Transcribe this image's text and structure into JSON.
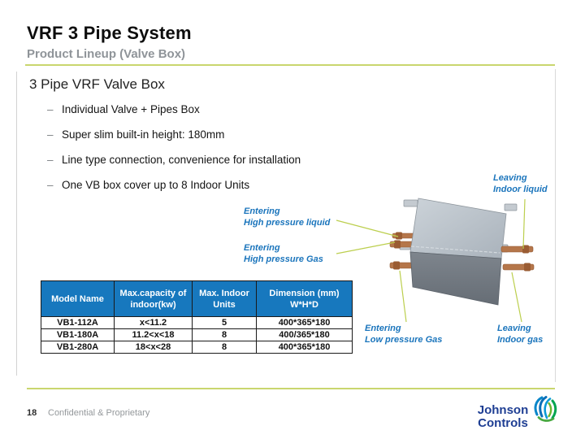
{
  "slide": {
    "title": "VRF 3 Pipe System",
    "subtitle": "Product Lineup (Valve Box)",
    "heading": "3 Pipe VRF Valve Box",
    "bullet_marker": "–",
    "bullets": [
      "Individual Valve + Pipes Box",
      "Super slim built-in height: 180mm",
      "Line type connection, convenience for installation",
      "One VB box cover up to 8 Indoor Units"
    ]
  },
  "diagram": {
    "illustration": "valve-box-3d",
    "labels": {
      "entering_hp_liquid": "Entering\nHigh pressure liquid",
      "entering_hp_gas": "Entering\nHigh pressure Gas",
      "leaving_indoor_liquid": "Leaving\nIndoor liquid",
      "entering_lp_gas": "Entering\nLow pressure Gas",
      "leaving_indoor_gas": "Leaving\nIndoor gas"
    }
  },
  "table": {
    "headers": [
      "Model Name",
      "Max.capacity of\nindoor(kw)",
      "Max. Indoor\nUnits",
      "Dimension (mm)\nW*H*D"
    ],
    "rows": [
      [
        "VB1-112A",
        "x<11.2",
        "5",
        "400*365*180"
      ],
      [
        "VB1-180A",
        "11.2<x<18",
        "8",
        "400/365*180"
      ],
      [
        "VB1-280A",
        "18<x<28",
        "8",
        "400*365*180"
      ]
    ]
  },
  "footer": {
    "page_number": "18",
    "label": "Confidential & Proprietary"
  },
  "logo": {
    "line1": "Johnson",
    "line2": "Controls"
  },
  "colors": {
    "table_header_blue": "#1778be",
    "label_blue": "#1b75bc",
    "accent_green": "#c9d66e",
    "leader_line_green": "#bccf4e",
    "logo_navy": "#1e3e93"
  }
}
